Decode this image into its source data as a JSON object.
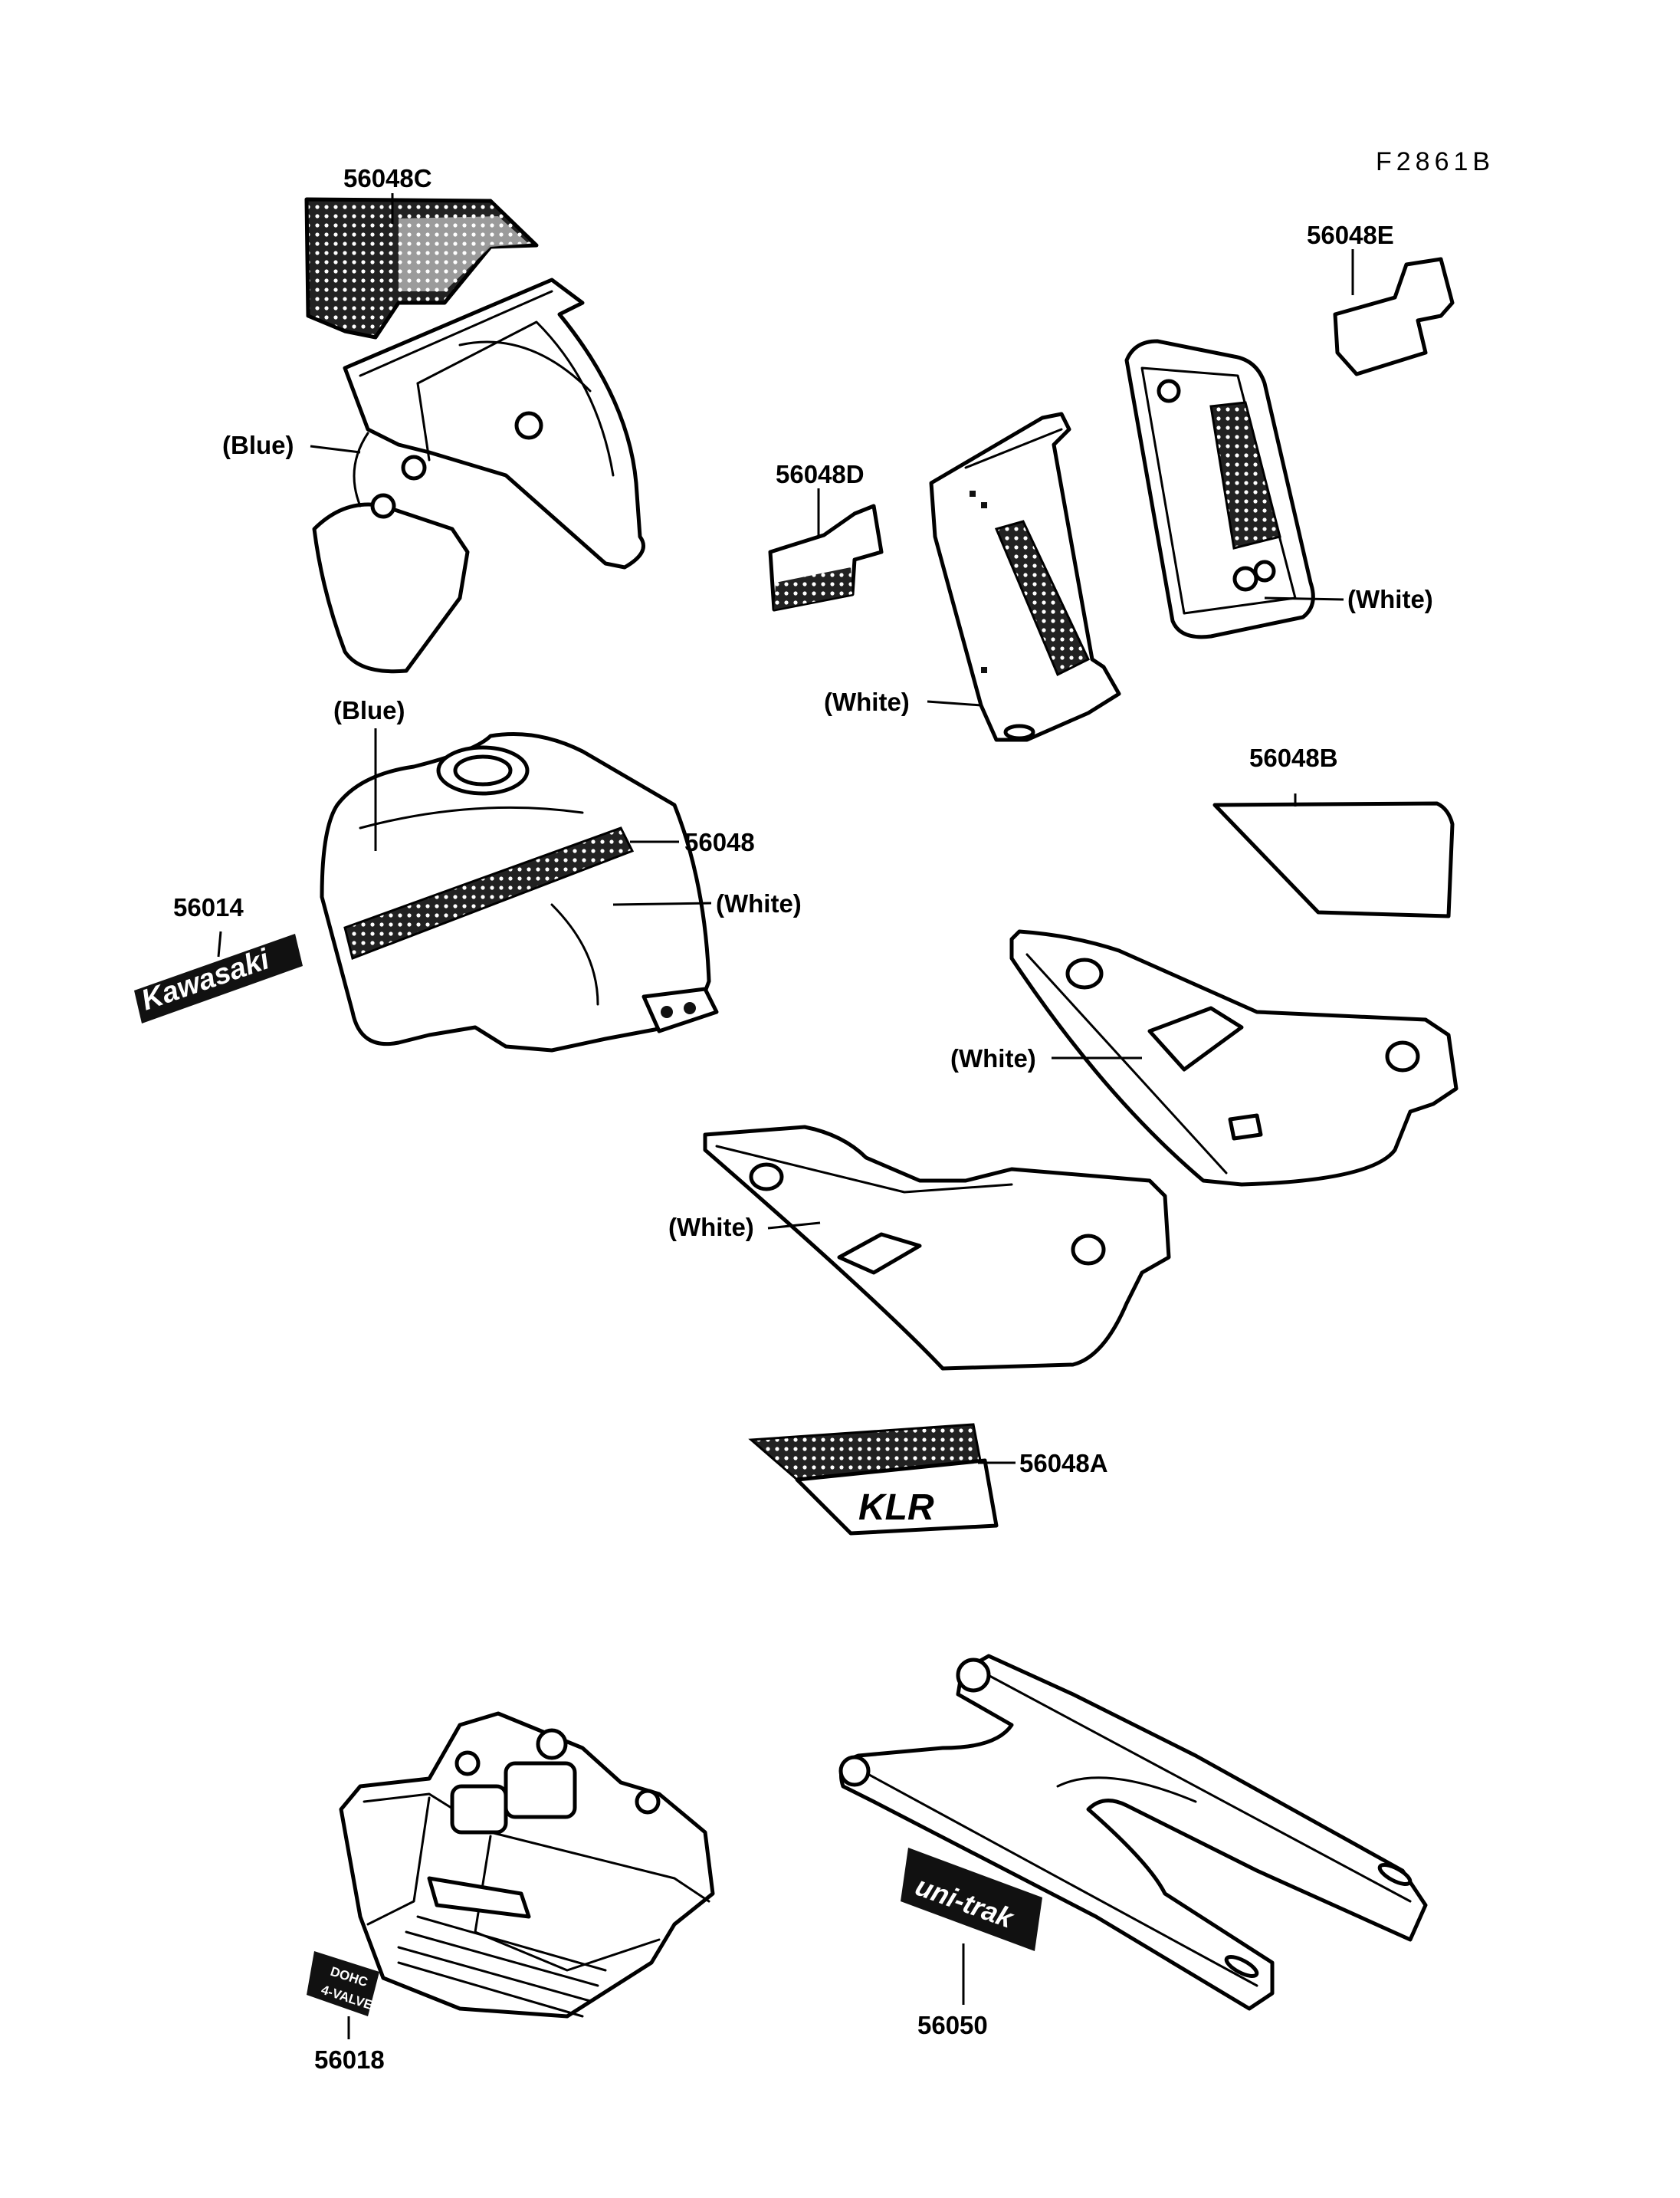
{
  "figure_id": "F2861B",
  "labels": {
    "part_56048C": "56048C",
    "part_56048E": "56048E",
    "part_56048D": "56048D",
    "part_56048B": "56048B",
    "part_56048": "56048",
    "part_56014": "56014",
    "part_56048A": "56048A",
    "part_56018": "56018",
    "part_56050": "56050",
    "color_fairing": "(Blue)",
    "color_tank_top": "(Blue)",
    "color_tank_lower": "(White)",
    "color_shroud_left": "(White)",
    "color_shroud_right": "(White)",
    "color_side_cover_right": "(White)",
    "color_side_cover_left": "(White)"
  },
  "decal_text": {
    "kawasaki": "Kawasaki",
    "klr": "KLR",
    "dohc_line1": "DOHC",
    "dohc_line2": "4-VALVE",
    "unitrak": "uni-trak"
  }
}
